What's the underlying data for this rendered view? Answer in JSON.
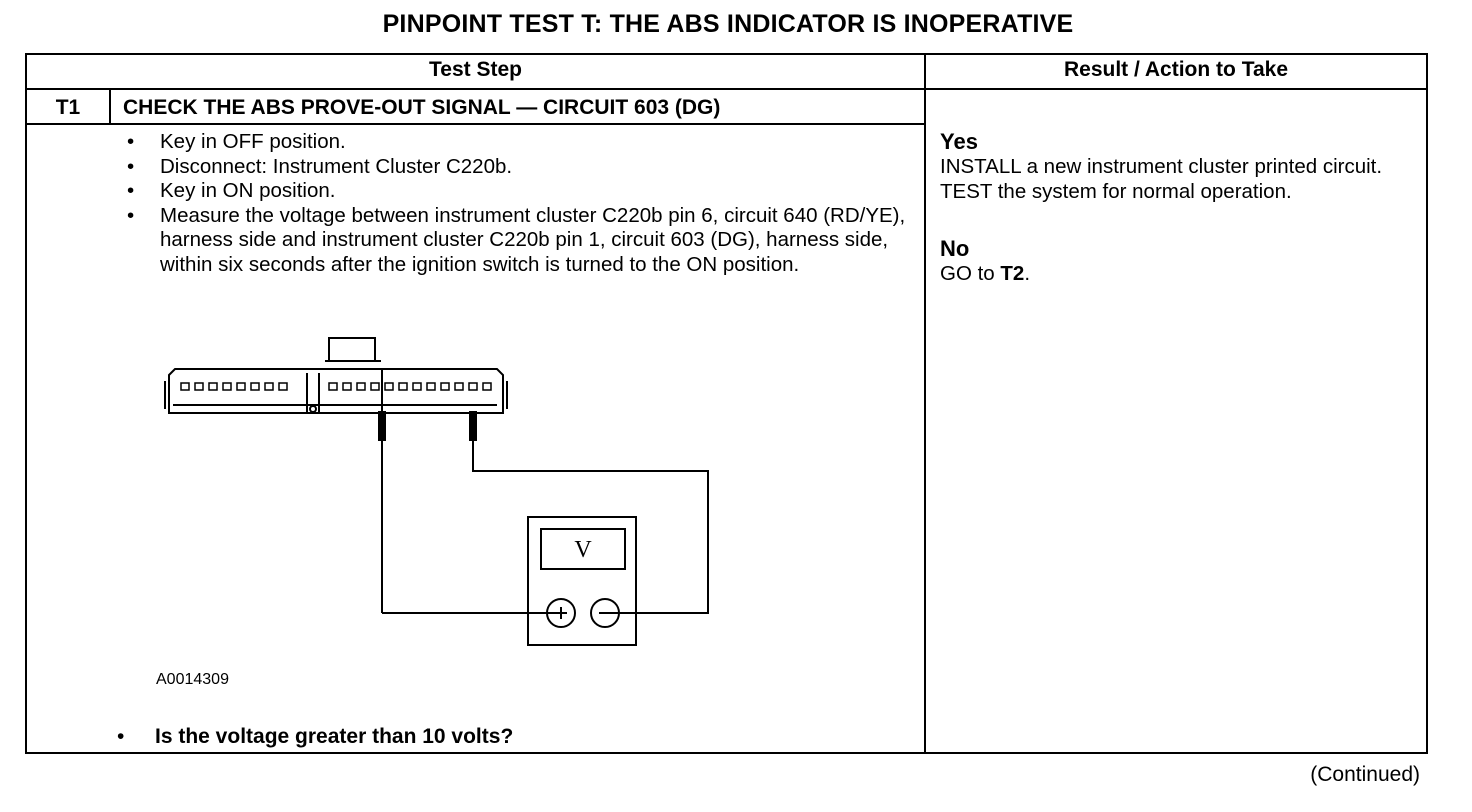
{
  "title": "PINPOINT TEST T: THE ABS INDICATOR IS INOPERATIVE",
  "headers": {
    "test_step": "Test Step",
    "result": "Result / Action to Take"
  },
  "step": {
    "id": "T1",
    "title": "CHECK THE ABS PROVE-OUT SIGNAL — CIRCUIT 603 (DG)",
    "bullets": [
      "Key in OFF position.",
      "Disconnect: Instrument Cluster C220b.",
      "Key in ON position.",
      "Measure the voltage between instrument cluster C220b pin 6, circuit 640 (RD/YE), harness side and instrument cluster C220b pin 1, circuit 603 (DG), harness side, within six seconds after the ignition switch is turned to the ON position."
    ],
    "figure_id": "A0014309",
    "meter_label": "V",
    "question": "Is the voltage greater than 10 volts?"
  },
  "results": {
    "yes_label": "Yes",
    "yes_text": "INSTALL a new instrument cluster printed circuit. TEST the system for normal operation.",
    "no_label": "No",
    "no_text_prefix": "GO to ",
    "no_target": "T2",
    "no_suffix": "."
  },
  "footer": "(Continued)"
}
